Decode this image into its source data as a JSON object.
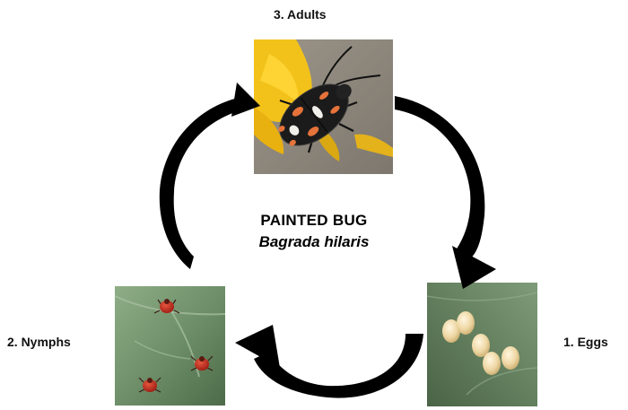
{
  "title": {
    "common_name": "PAINTED BUG",
    "scientific_name": "Bagrada hilaris"
  },
  "stages": [
    {
      "label": "1. Eggs",
      "photo": "egg-cluster-on-leaf"
    },
    {
      "label": "2. Nymphs",
      "photo": "red-nymphs-on-leaf"
    },
    {
      "label": "3. Adults",
      "photo": "adult-bug-on-yellow-flower"
    }
  ],
  "colors": {
    "arrow": "#000000",
    "leaf": "#6f8f6a",
    "flower": "#f2c21b",
    "egg": "#efd9a8",
    "nymph": "#c2261a",
    "adult_body": "#1b1b1b",
    "adult_marking": "#e6733a"
  }
}
